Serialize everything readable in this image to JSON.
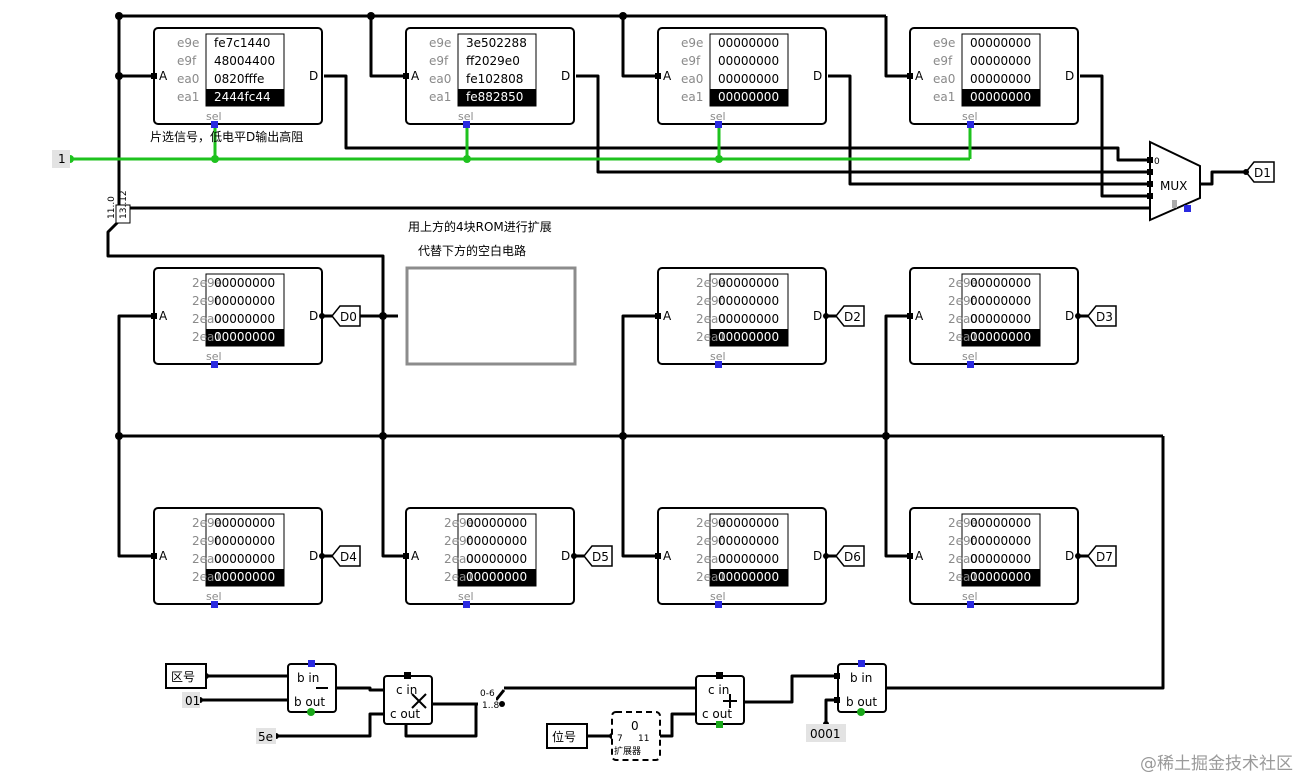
{
  "roms_top": [
    {
      "addrs": [
        "e9e",
        "e9f",
        "ea0",
        "ea1"
      ],
      "values": [
        "fe7c1440",
        "48004400",
        "0820fffe",
        "2444fc44"
      ],
      "port_a": "A",
      "port_d": "D",
      "sel": "sel"
    },
    {
      "addrs": [
        "e9e",
        "e9f",
        "ea0",
        "ea1"
      ],
      "values": [
        "3e502288",
        "ff2029e0",
        "fe102808",
        "fe882850"
      ],
      "port_a": "A",
      "port_d": "D",
      "sel": "sel"
    },
    {
      "addrs": [
        "e9e",
        "e9f",
        "ea0",
        "ea1"
      ],
      "values": [
        "00000000",
        "00000000",
        "00000000",
        "00000000"
      ],
      "port_a": "A",
      "port_d": "D",
      "sel": "sel"
    },
    {
      "addrs": [
        "e9e",
        "e9f",
        "ea0",
        "ea1"
      ],
      "values": [
        "00000000",
        "00000000",
        "00000000",
        "00000000"
      ],
      "port_a": "A",
      "port_d": "D",
      "sel": "sel"
    }
  ],
  "roms_mid": [
    {
      "addrs": [
        "2e9e",
        "2e9f",
        "2ea0",
        "2ea1"
      ],
      "values": [
        "00000000",
        "00000000",
        "00000000",
        "00000000"
      ],
      "port_a": "A",
      "port_d": "D",
      "sel": "sel",
      "out": "D0"
    },
    {
      "addrs": [
        "2e9e",
        "2e9f",
        "2ea0",
        "2ea1"
      ],
      "values": [
        "00000000",
        "00000000",
        "00000000",
        "00000000"
      ],
      "port_a": "A",
      "port_d": "D",
      "sel": "sel",
      "out": "D2"
    },
    {
      "addrs": [
        "2e9e",
        "2e9f",
        "2ea0",
        "2ea1"
      ],
      "values": [
        "00000000",
        "00000000",
        "00000000",
        "00000000"
      ],
      "port_a": "A",
      "port_d": "D",
      "sel": "sel",
      "out": "D3"
    }
  ],
  "roms_bot": [
    {
      "addrs": [
        "2e9e",
        "2e9f",
        "2ea0",
        "2ea1"
      ],
      "values": [
        "00000000",
        "00000000",
        "00000000",
        "00000000"
      ],
      "port_a": "A",
      "port_d": "D",
      "sel": "sel",
      "out": "D4"
    },
    {
      "addrs": [
        "2e9e",
        "2e9f",
        "2ea0",
        "2ea1"
      ],
      "values": [
        "00000000",
        "00000000",
        "00000000",
        "00000000"
      ],
      "port_a": "A",
      "port_d": "D",
      "sel": "sel",
      "out": "D5"
    },
    {
      "addrs": [
        "2e9e",
        "2e9f",
        "2ea0",
        "2ea1"
      ],
      "values": [
        "00000000",
        "00000000",
        "00000000",
        "00000000"
      ],
      "port_a": "A",
      "port_d": "D",
      "sel": "sel",
      "out": "D6"
    },
    {
      "addrs": [
        "2e9e",
        "2e9f",
        "2ea0",
        "2ea1"
      ],
      "values": [
        "00000000",
        "00000000",
        "00000000",
        "00000000"
      ],
      "port_a": "A",
      "port_d": "D",
      "sel": "sel",
      "out": "D7"
    }
  ],
  "notes": {
    "chip_select": "片选信号，低电平D输出高阻",
    "expand_line1": "用上方的4块ROM进行扩展",
    "expand_line2": "代替下方的空白电路"
  },
  "mux": {
    "label": "MUX",
    "input0": "0",
    "output": "D1"
  },
  "constant_one": "1",
  "splitter_top": {
    "a": "11..0",
    "b": "13..12"
  },
  "subtractor1": {
    "in": "b in",
    "out": "b out",
    "const": "01"
  },
  "multiplier": {
    "in": "c in",
    "out": "c out",
    "const": "5e"
  },
  "splitter_bot": {
    "a": "0-6",
    "b": "1..8"
  },
  "adder": {
    "in": "c in",
    "out": "c out"
  },
  "subtractor2": {
    "in": "b in",
    "out": "b out",
    "const": "0001"
  },
  "inputs": {
    "zone": "区号",
    "position": "位号"
  },
  "extender": {
    "top": "0",
    "left": "7",
    "right": "11",
    "label": "扩展器"
  },
  "watermark": "@稀土掘金技术社区",
  "colors": {
    "wire": "#000000",
    "wire_active": "#1ec21e",
    "pin_blue": "#2a2ae0",
    "pin_green": "#1aa81a",
    "empty_box": "#8c8c8c"
  }
}
